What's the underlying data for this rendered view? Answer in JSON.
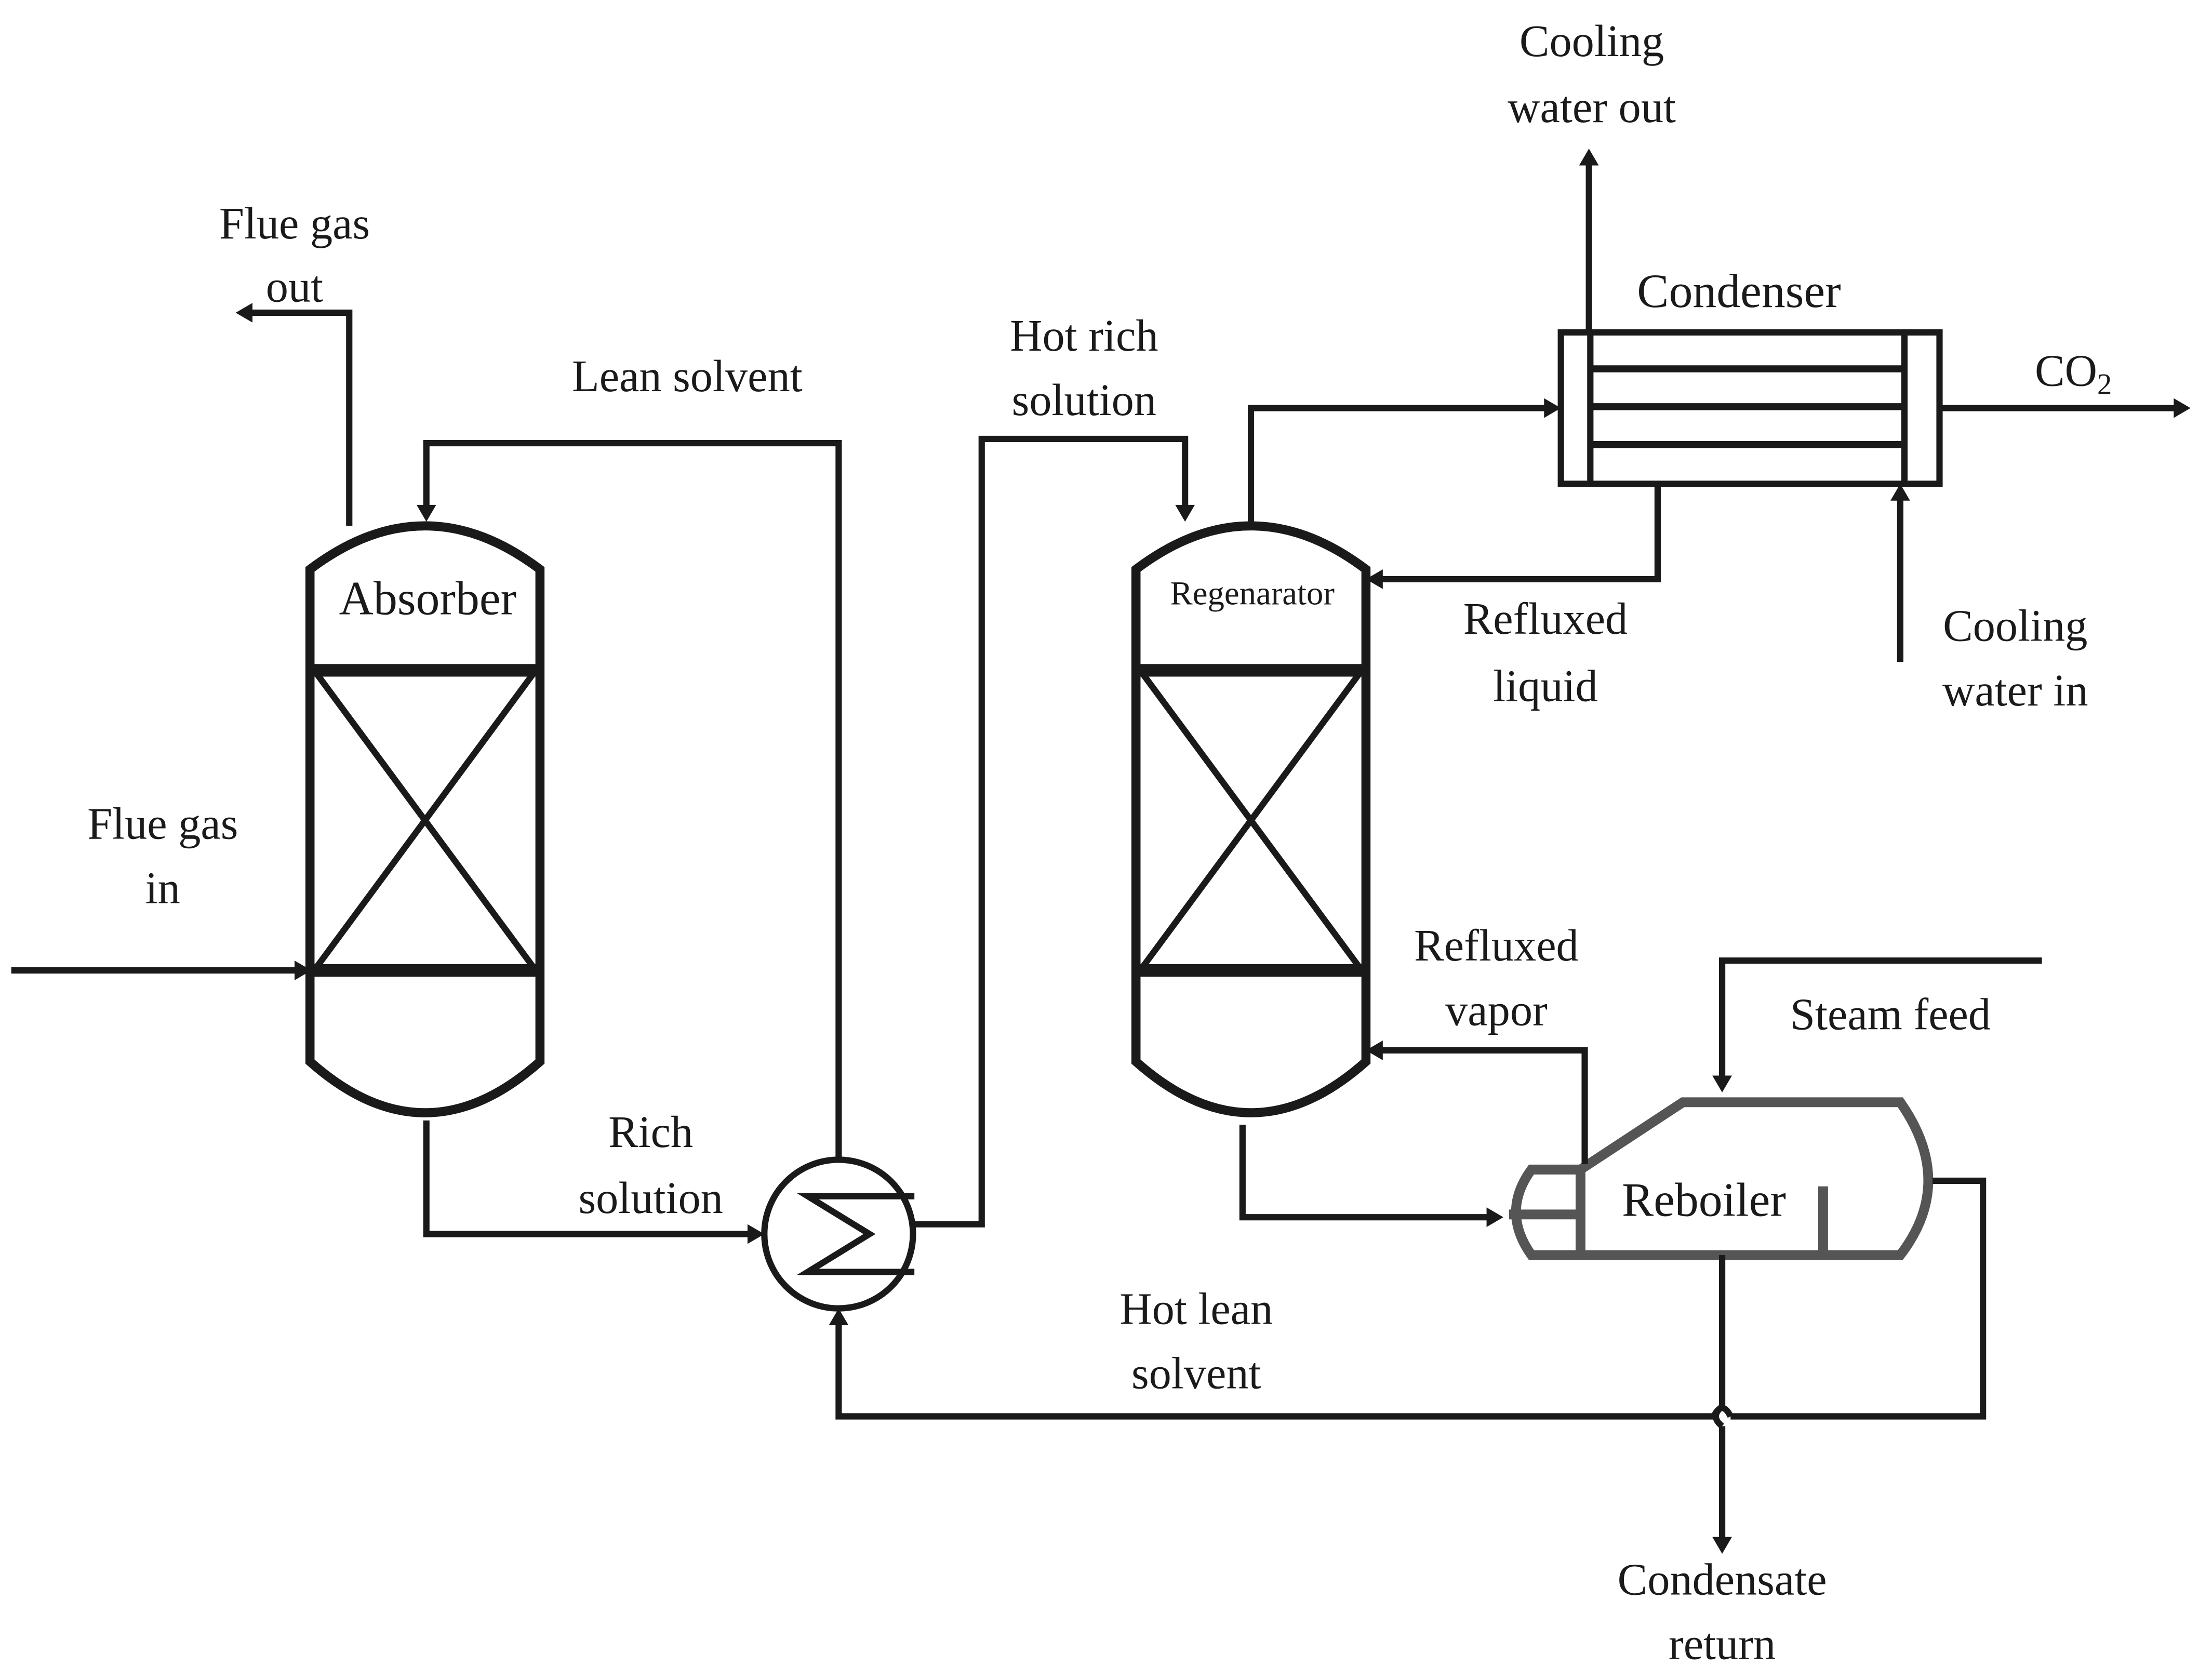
{
  "equipment": {
    "absorber": "Absorber",
    "regenerator": "Regenarator",
    "condenser": "Condenser",
    "reboiler": "Reboiler"
  },
  "streams": {
    "flue_gas_out": [
      "Flue gas",
      "out"
    ],
    "flue_gas_in": [
      "Flue gas",
      "in"
    ],
    "lean_solvent": "Lean solvent",
    "hot_rich_solution": [
      "Hot rich",
      "solution"
    ],
    "rich_solution": [
      "Rich",
      "solution"
    ],
    "hot_lean_solvent": [
      "Hot lean",
      "solvent"
    ],
    "cooling_water_out": [
      "Cooling",
      "water out"
    ],
    "cooling_water_in": [
      "Cooling",
      "water in"
    ],
    "co2": "CO",
    "co2_subscript": "2",
    "refluxed_liquid": [
      "Refluxed",
      "liquid"
    ],
    "refluxed_vapor": [
      "Refluxed",
      "vapor"
    ],
    "steam_feed": "Steam feed",
    "condensate_return": [
      "Condensate",
      "return"
    ]
  }
}
